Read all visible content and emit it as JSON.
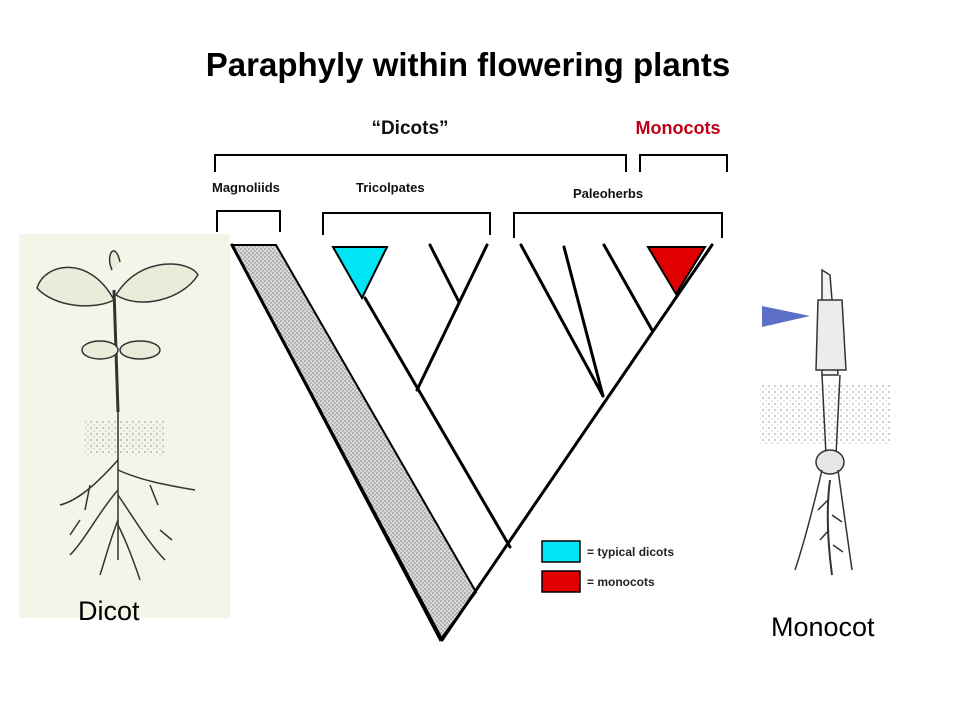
{
  "title": "Paraphyly within flowering plants",
  "top_labels": {
    "dicots": "“Dicots”",
    "monocots": "Monocots"
  },
  "group_labels": {
    "magnoliids": "Magnoliids",
    "tricolpates": "Tricolpates",
    "paleoherbs": "Paleoherbs"
  },
  "legend": [
    {
      "swatch": "#00e5f5",
      "text": "= typical dicots"
    },
    {
      "swatch": "#e00000",
      "text": "= monocots"
    }
  ],
  "captions": {
    "dicot": "Dicot",
    "monocot": "Monocot"
  },
  "colors": {
    "monocots_label": "#c0001a",
    "typical_dicots": "#00e5f5",
    "monocots": "#e00000",
    "arrow": "#5b6fc4"
  }
}
